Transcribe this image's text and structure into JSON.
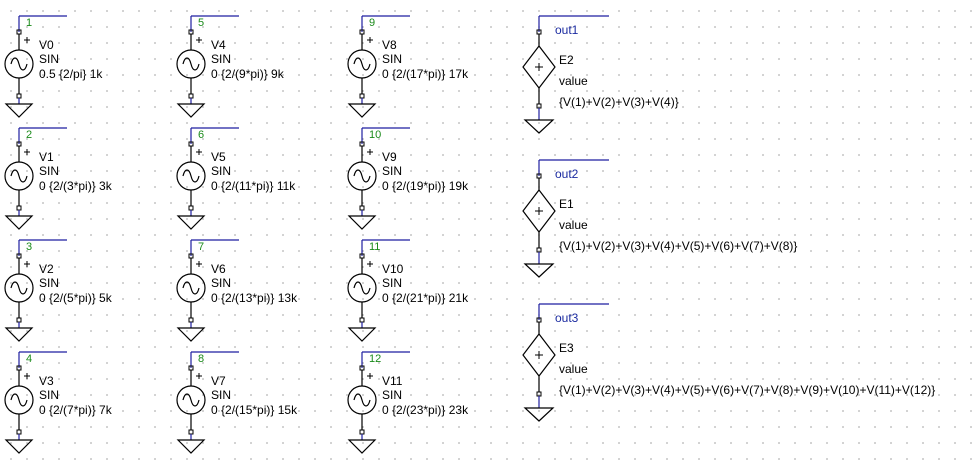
{
  "colors": {
    "wire": "#1f1fa0",
    "component": "#000000",
    "node_label": "#1a8a1a",
    "net_label": "#1a2aa0",
    "grid_dot": "#9a9a9a"
  },
  "sources": [
    {
      "node": "1",
      "name": "V0",
      "type": "SIN",
      "params": "0.5 {2/pi} 1k"
    },
    {
      "node": "2",
      "name": "V1",
      "type": "SIN",
      "params": "0 {2/(3*pi)} 3k"
    },
    {
      "node": "3",
      "name": "V2",
      "type": "SIN",
      "params": "0 {2/(5*pi)} 5k"
    },
    {
      "node": "4",
      "name": "V3",
      "type": "SIN",
      "params": "0 {2/(7*pi)} 7k"
    },
    {
      "node": "5",
      "name": "V4",
      "type": "SIN",
      "params": "0 {2/(9*pi)} 9k"
    },
    {
      "node": "6",
      "name": "V5",
      "type": "SIN",
      "params": "0 {2/(11*pi)} 11k"
    },
    {
      "node": "7",
      "name": "V6",
      "type": "SIN",
      "params": "0 {2/(13*pi)} 13k"
    },
    {
      "node": "8",
      "name": "V7",
      "type": "SIN",
      "params": "0 {2/(15*pi)} 15k"
    },
    {
      "node": "9",
      "name": "V8",
      "type": "SIN",
      "params": "0 {2/(17*pi)} 17k"
    },
    {
      "node": "10",
      "name": "V9",
      "type": "SIN",
      "params": "0 {2/(19*pi)} 19k"
    },
    {
      "node": "11",
      "name": "V10",
      "type": "SIN",
      "params": "0 {2/(21*pi)} 21k"
    },
    {
      "node": "12",
      "name": "V11",
      "type": "SIN",
      "params": "0 {2/(23*pi)} 23k"
    }
  ],
  "dependent_sources": [
    {
      "net": "out1",
      "name": "E2",
      "kind": "value",
      "expr": "{V(1)+V(2)+V(3)+V(4)}"
    },
    {
      "net": "out2",
      "name": "E1",
      "kind": "value",
      "expr": "{V(1)+V(2)+V(3)+V(4)+V(5)+V(6)+V(7)+V(8)}"
    },
    {
      "net": "out3",
      "name": "E3",
      "kind": "value",
      "expr": "{V(1)+V(2)+V(3)+V(4)+V(5)+V(6)+V(7)+V(8)+V(9)+V(10)+V(11)+V(12)}"
    }
  ]
}
